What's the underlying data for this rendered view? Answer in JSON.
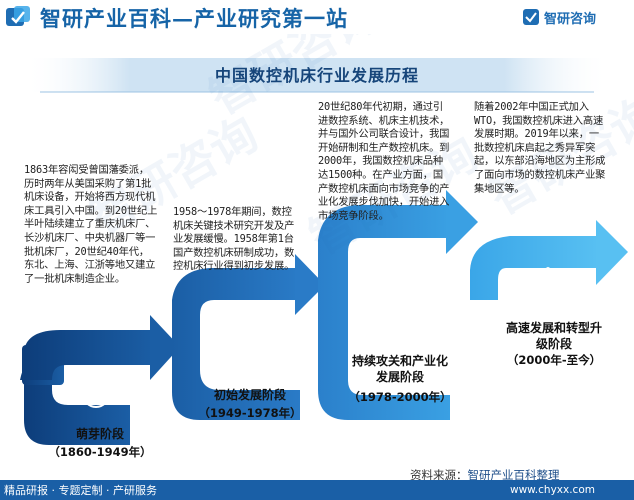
{
  "header": {
    "site_title": "智研产业百科—产业研究第一站",
    "brand_name": "智研咨询"
  },
  "banner": {
    "title": "中国数控机床行业发展历程"
  },
  "watermark": "智研咨询",
  "stages": [
    {
      "title": "萌芽阶段",
      "years": "（1860-1949年）",
      "icon": "pen-icon",
      "description": "1863年容闳受曾国藩委派，历时两年从美国采购了第1批机床设备，开始将西方现代机床工具引入中国。到20世纪上半叶陆续建立了重庆机床厂、长沙机床厂、中央机器厂等一批机床厂，20世纪40年代，东北、上海、江浙等地又建立了一批机床制造企业。"
    },
    {
      "title": "初始发展阶段",
      "years": "（1949-1978年）",
      "icon": "paperclip-icon",
      "description": "1958～1978年期间，数控机床关键技术研究开发及产业发展缓慢。1958年第1台国产数控机床研制成功，数控机床行业得到初步发展。"
    },
    {
      "title": "持续攻关和产业化发展阶段",
      "years": "（1978-2000年）",
      "icon": "lightbulb-icon",
      "description": "20世纪80年代初期，通过引进数控系统、机床主机技术，并与国外公司联合设计，我国开始研制和生产数控机床。到2000年，我国数控机床品种达1500种。在产业方面，国产数控机床面向市场竞争的产业化发展步伐加快，开始进入市场竞争阶段。"
    },
    {
      "title": "高速发展和转型升级阶段",
      "years": "（2000年-至今）",
      "icon": "graduation-cap-icon",
      "description": "随着2002年中国正式加入WTO，我国数控机床进入高速发展时期。2019年以来，一批数控机床启起之秀异军突起，以东部沿海地区为主形成了面向市场的数控机床产业聚集地区等。"
    }
  ],
  "source": {
    "label": "资料来源：",
    "text": "智研产业百科整理"
  },
  "footer": {
    "left": "精品研报 · 专题定制 · 产研服务",
    "url": "www.chyxx.com"
  },
  "colors": {
    "primary": "#1a5fa6",
    "dark_blue": "#0d3d7a",
    "light_blue": "#2e8fd8",
    "banner_blue": "#cfe3f3"
  }
}
